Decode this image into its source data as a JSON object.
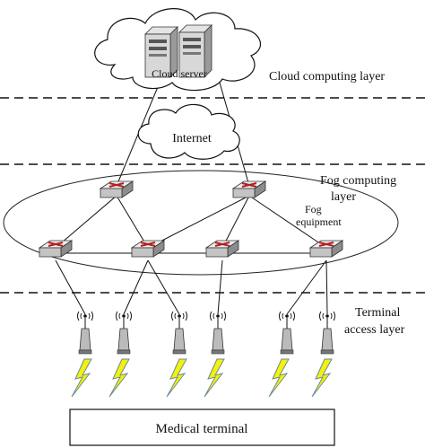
{
  "layers": {
    "cloud": "Cloud computing layer",
    "fog_line1": "Fog computing",
    "fog_line2": "layer",
    "terminal_line1": "Terminal",
    "terminal_line2": "access layer"
  },
  "nodes": {
    "cloud_server": "Cloud server",
    "internet": "Internet",
    "fog_equipment_line1": "Fog",
    "fog_equipment_line2": "equipment",
    "medical_terminal": "Medical terminal"
  },
  "colors": {
    "lightning": "#f2f20a",
    "lightning_stroke": "#6a8a9a",
    "router_face": "#d4d4d4",
    "router_arrow": "#b02020",
    "dashed_separator": "#111111"
  },
  "icons": {
    "server": "server-icon",
    "router": "router-icon",
    "antenna": "antenna-icon",
    "wireless": "lightning-bolt-icon"
  }
}
